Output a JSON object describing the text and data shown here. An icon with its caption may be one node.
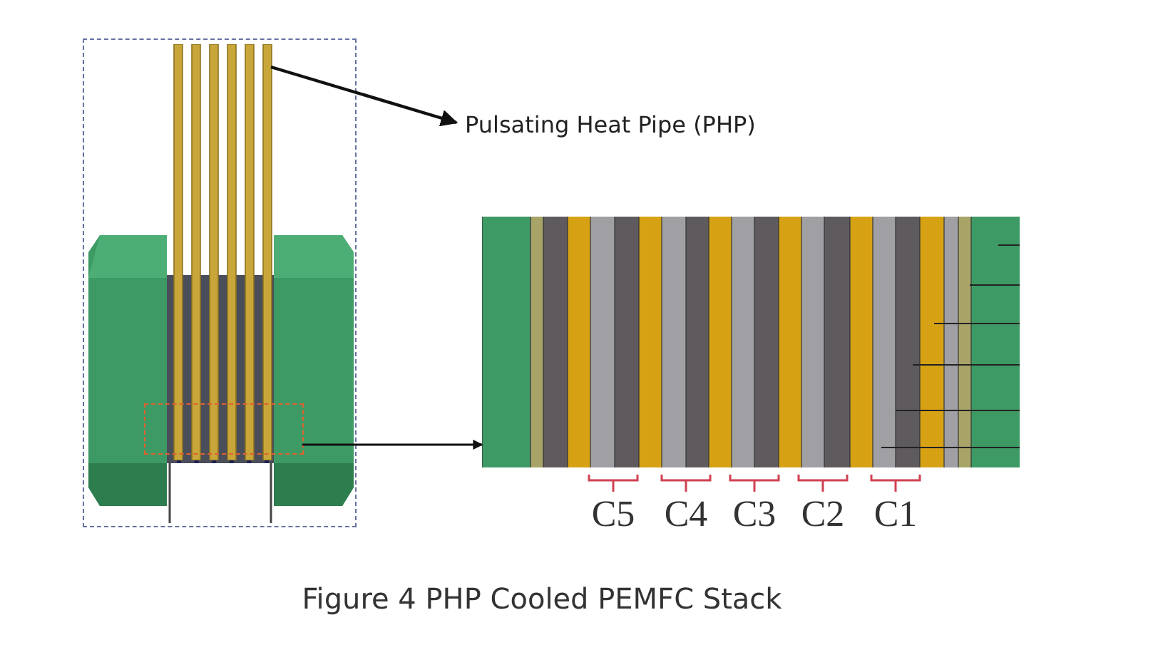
{
  "diagram": {
    "caption": "Figure 4 PHP Cooled PEMFC Stack",
    "nodes": [
      {
        "text": [],
        "shape": "box"
      },
      {
        "text": [],
        "shape": "picture",
        "in": 0
      },
      {
        "text": [],
        "shape": "box",
        "in": 0
      },
      {
        "text": [
          "Pulsating Heat Pipe (PHP)"
        ]
      },
      {
        "text": [],
        "shape": "picture"
      }
    ],
    "edges": [
      {
        "from": 1,
        "to": 3,
        "arrow": "to"
      },
      {
        "from": 2,
        "to": 4,
        "arrow": "to"
      }
    ],
    "labels": [
      "C5",
      "C4",
      "C3",
      "C2",
      "C1"
    ]
  }
}
